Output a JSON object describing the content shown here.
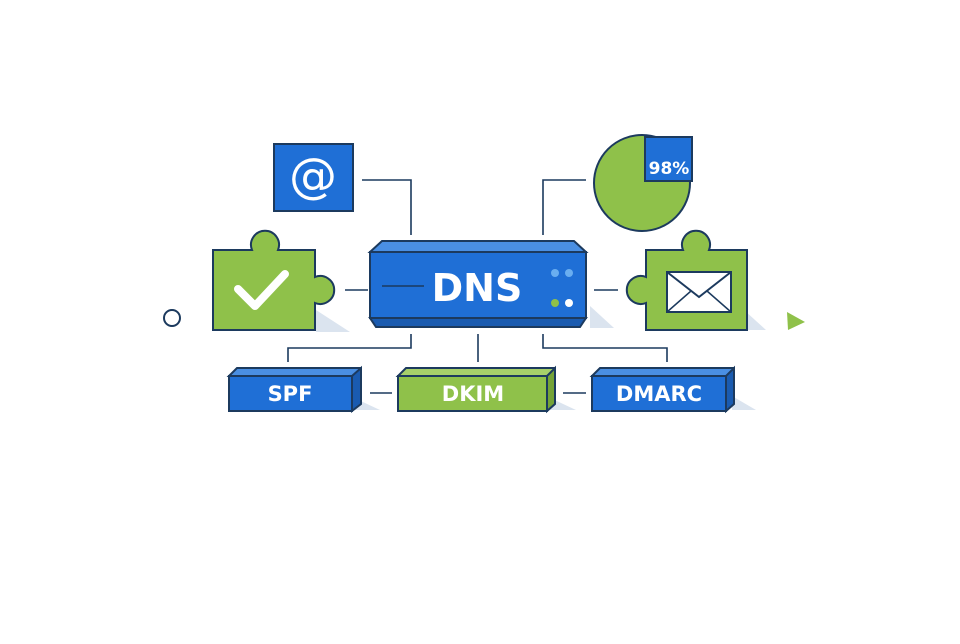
{
  "diagram": {
    "server_label": "DNS",
    "records": [
      {
        "label": "SPF"
      },
      {
        "label": "DKIM"
      },
      {
        "label": "DMARC"
      }
    ],
    "pie_percent_label": "98%",
    "pie_fraction": 0.98,
    "at_symbol": "@",
    "colors": {
      "blue": "#1f6fd6",
      "green": "#8fc14a",
      "outline": "#1c3a5e",
      "light_blue": "#6aaef0",
      "white": "#ffffff"
    },
    "icons": {
      "at": "at-icon",
      "check": "check-icon",
      "envelope": "envelope-icon",
      "pie": "pie-chart-icon",
      "server": "server-icon"
    }
  }
}
